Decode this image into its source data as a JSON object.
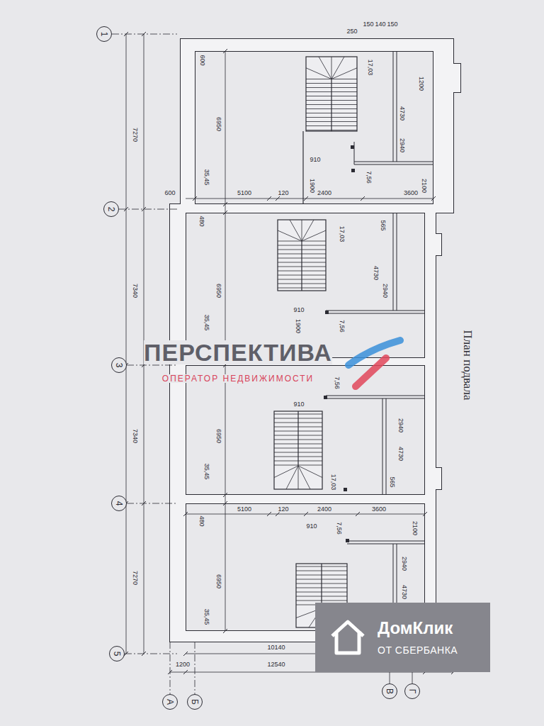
{
  "diagram": {
    "title": "План подвала",
    "nodes": [
      {
        "text": [
          "1"
        ]
      },
      {
        "text": [
          "2"
        ]
      },
      {
        "text": [
          "3"
        ]
      },
      {
        "text": [
          "4"
        ]
      },
      {
        "text": [
          "5"
        ]
      },
      {
        "text": [
          "А"
        ]
      },
      {
        "text": [
          "Б"
        ]
      },
      {
        "text": [
          "В"
        ]
      },
      {
        "text": [
          "Г"
        ]
      },
      {
        "text": [
          "ДомКлик",
          "ОТ СБЕРБАНКА"
        ]
      }
    ],
    "labels": [
      "7270",
      "7340",
      "7340",
      "7270",
      "6950",
      "6950",
      "6950",
      "6950",
      "35,45",
      "35,45",
      "35,45",
      "35,45",
      "600",
      "600",
      "5100",
      "120",
      "2400",
      "3600",
      "5100",
      "120",
      "2400",
      "3600",
      "17,03",
      "17,03",
      "17,03",
      "7,56",
      "7,56",
      "7,56",
      "7,56",
      "4730",
      "4730",
      "4730",
      "4730",
      "2940",
      "2940",
      "2940",
      "2940",
      "910",
      "910",
      "910",
      "910",
      "1900",
      "1900",
      "2100",
      "2100",
      "565",
      "565",
      "480",
      "480",
      "250",
      "150",
      "140",
      "150",
      "1200",
      "10140",
      "12540",
      "1200",
      "ПЕРСПЕКТИВА",
      "ОПЕРАТОР НЕДВИЖИМОСТИ"
    ]
  }
}
